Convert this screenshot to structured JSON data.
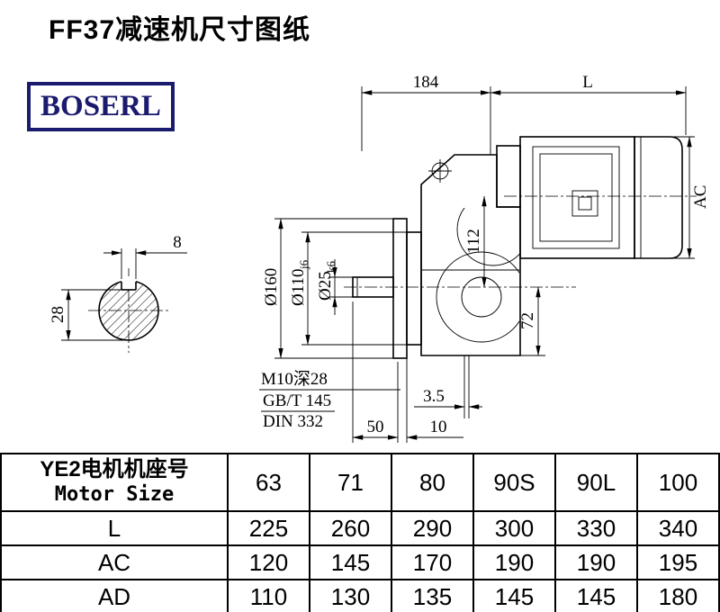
{
  "page": {
    "title": "FF37减速机尺寸图纸"
  },
  "logo": {
    "text": "BOSERL"
  },
  "drawing": {
    "dim_184": "184",
    "dim_L": "L",
    "dim_AC": "AC",
    "dim_d160": "Ø160",
    "dim_d110": "Ø110",
    "dim_d110_tol": "j6",
    "dim_d25": "Ø25",
    "dim_d25_tol": "k6",
    "dim_112": "112",
    "dim_72": "72",
    "dim_8": "8",
    "dim_28": "28",
    "note_m10": "M10深28",
    "note_gbt": "GB/T 145",
    "note_din": "DIN 332",
    "dim_35": "3.5",
    "dim_50": "50",
    "dim_10": "10"
  },
  "table": {
    "header_cn": "YE2电机机座号",
    "header_en": "Motor Size",
    "sizes": [
      "63",
      "71",
      "80",
      "90S",
      "90L",
      "100"
    ],
    "rows": [
      {
        "label": "L",
        "values": [
          "225",
          "260",
          "290",
          "300",
          "330",
          "340"
        ]
      },
      {
        "label": "AC",
        "values": [
          "120",
          "145",
          "170",
          "190",
          "190",
          "195"
        ]
      },
      {
        "label": "AD",
        "values": [
          "110",
          "130",
          "135",
          "145",
          "145",
          "180"
        ]
      }
    ]
  }
}
